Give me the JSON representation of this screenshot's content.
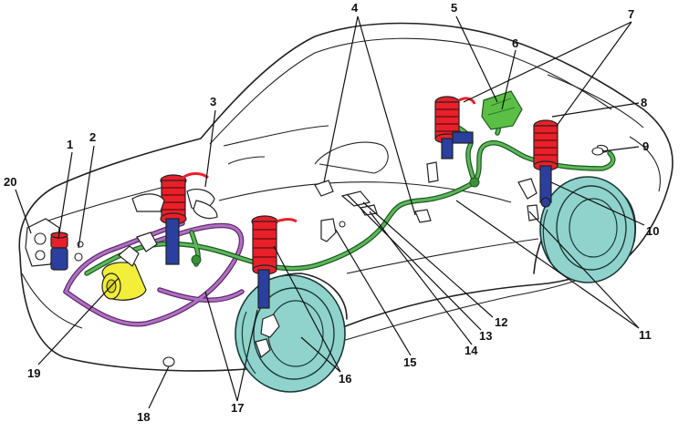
{
  "colors": {
    "wheel": "#8fd3cc",
    "spring_red": "#e8202a",
    "strut_blue": "#2a3f9e",
    "line_green": "#3a8f3a",
    "line_purple": "#9b4fb0",
    "compressor_yellow": "#f2ee3a",
    "ecu_green": "#5cbf45"
  },
  "labels": [
    {
      "id": "1",
      "text": "1"
    },
    {
      "id": "2",
      "text": "2"
    },
    {
      "id": "3",
      "text": "3"
    },
    {
      "id": "4",
      "text": "4"
    },
    {
      "id": "5",
      "text": "5"
    },
    {
      "id": "6",
      "text": "6"
    },
    {
      "id": "7",
      "text": "7"
    },
    {
      "id": "8",
      "text": "8"
    },
    {
      "id": "9",
      "text": "9"
    },
    {
      "id": "10",
      "text": "10"
    },
    {
      "id": "11",
      "text": "11"
    },
    {
      "id": "12",
      "text": "12"
    },
    {
      "id": "13",
      "text": "13"
    },
    {
      "id": "14",
      "text": "14"
    },
    {
      "id": "15",
      "text": "15"
    },
    {
      "id": "16",
      "text": "16"
    },
    {
      "id": "17",
      "text": "17"
    },
    {
      "id": "18",
      "text": "18"
    },
    {
      "id": "19",
      "text": "19"
    },
    {
      "id": "20",
      "text": "20"
    }
  ]
}
